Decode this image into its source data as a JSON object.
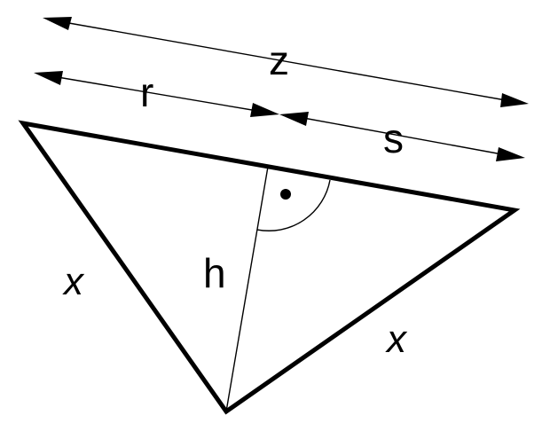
{
  "labels": {
    "z": "z",
    "r": "r",
    "s": "s",
    "h": "h",
    "x_left": "x",
    "x_right": "x"
  },
  "colors": {
    "stroke": "#000000",
    "background": "#ffffff"
  }
}
